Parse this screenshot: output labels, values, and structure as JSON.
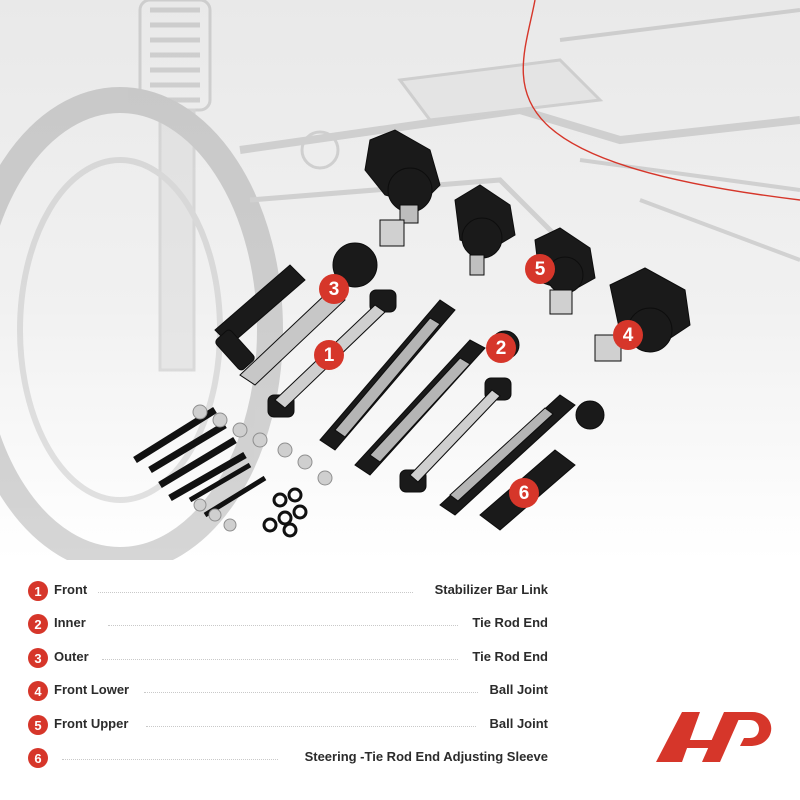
{
  "callouts": [
    "1",
    "2",
    "3",
    "4",
    "5",
    "6"
  ],
  "legend": [
    {
      "num": "1",
      "position": "Front",
      "part": "Stabilizer Bar Link"
    },
    {
      "num": "2",
      "position": "Inner",
      "part": "Tie Rod End"
    },
    {
      "num": "3",
      "position": "Outer",
      "part": "Tie Rod End"
    },
    {
      "num": "4",
      "position": "Front Lower",
      "part": "Ball Joint"
    },
    {
      "num": "5",
      "position": "Front Upper",
      "part": "Ball Joint"
    },
    {
      "num": "6",
      "position": "",
      "part": "Steering -Tie Rod End Adjusting Sleeve"
    }
  ],
  "colors": {
    "accent": "#d6362a",
    "text": "#2b2b2b",
    "parts": "#1a1a1a",
    "metal": "#c8c8c8"
  },
  "icons": [
    "brand-logo-icon"
  ]
}
